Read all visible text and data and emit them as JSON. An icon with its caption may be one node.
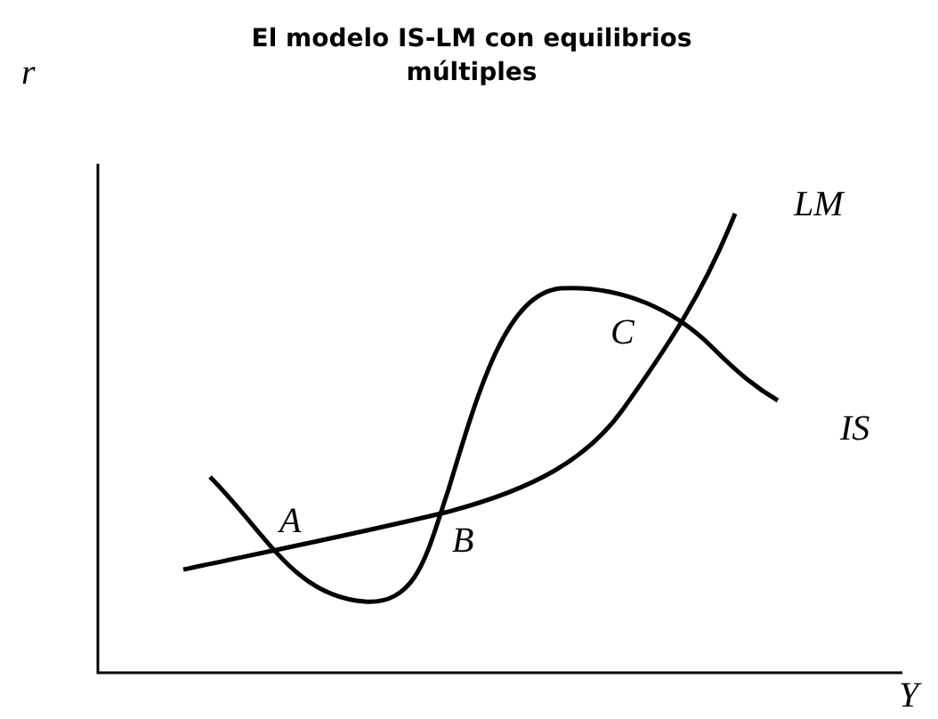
{
  "diagram": {
    "title": "El modelo IS-LM con equilibrios múltiples",
    "labels": [
      "r",
      "LM",
      "C",
      "IS",
      "A",
      "B",
      "Y"
    ]
  }
}
